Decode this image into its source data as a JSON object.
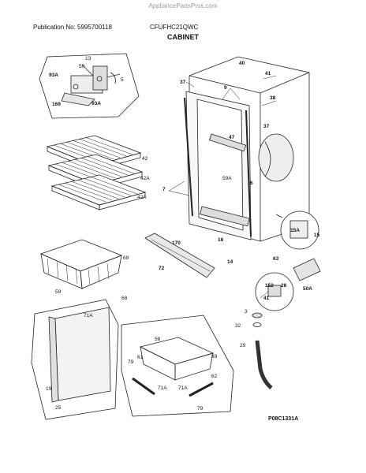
{
  "watermark": "AppliancePartsPros.com",
  "header": {
    "publication": "Publication No: 5995700118",
    "model": "CFUFHC21QWC",
    "section": "CABINET"
  },
  "figure_code": "P08C1331A",
  "callouts": [
    "13",
    "50",
    "5",
    "93A",
    "169",
    "93A",
    "40",
    "41",
    "38",
    "37",
    "9",
    "37",
    "47",
    "6",
    "59A",
    "7",
    "42",
    "42A",
    "42A",
    "15A",
    "15",
    "170",
    "16",
    "14",
    "72",
    "63",
    "69",
    "59",
    "68",
    "152",
    "28",
    "41",
    "50A",
    "3",
    "32",
    "29",
    "71A",
    "19",
    "25",
    "58",
    "79",
    "61",
    "69",
    "71A",
    "71A",
    "62",
    "79"
  ]
}
